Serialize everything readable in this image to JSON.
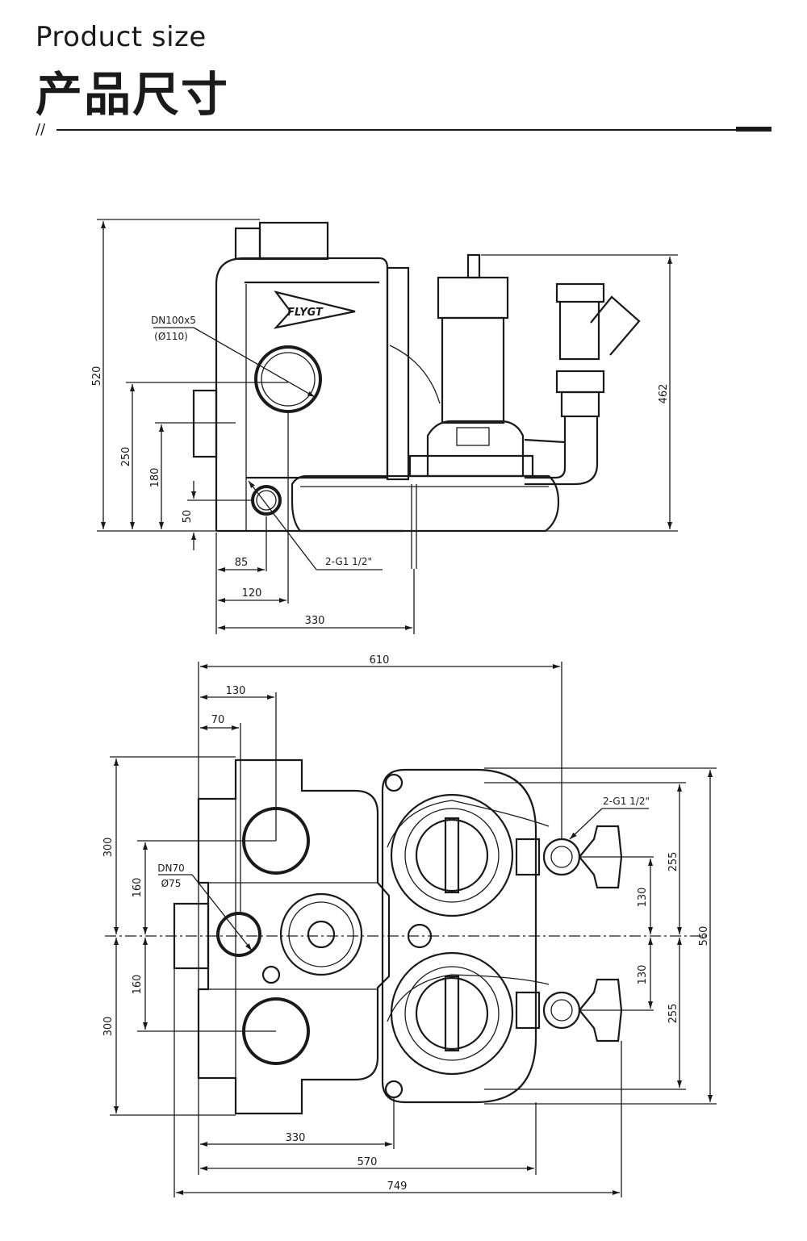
{
  "header": {
    "title_en": "Product size",
    "title_cn": "产品尺寸",
    "divider_mark": "//"
  },
  "side_view": {
    "brand": "FLYGT",
    "dims": {
      "height_total": "520",
      "height_pump": "462",
      "h250": "250",
      "h180": "180",
      "h50": "50",
      "w85": "85",
      "w120": "120",
      "w330": "330"
    },
    "labels": {
      "dn100_line1": "DN100x5",
      "dn100_line2": "(Ø110)",
      "g1": "2-G1 1/2\""
    }
  },
  "top_view": {
    "dims": {
      "w610": "610",
      "w130": "130",
      "w70": "70",
      "h300_top": "300",
      "h160_top": "160",
      "h160_bot": "160",
      "h300_bot": "300",
      "h255_top": "255",
      "h130_top": "130",
      "h130_bot": "130",
      "h255_bot": "255",
      "h560": "560",
      "w330": "330",
      "w570": "570",
      "w749": "749"
    },
    "labels": {
      "dn70_line1": "DN70",
      "dn70_line2": "Ø75",
      "g1": "2-G1 1/2\""
    }
  },
  "colors": {
    "ink": "#1a1a1a",
    "background": "#ffffff"
  }
}
